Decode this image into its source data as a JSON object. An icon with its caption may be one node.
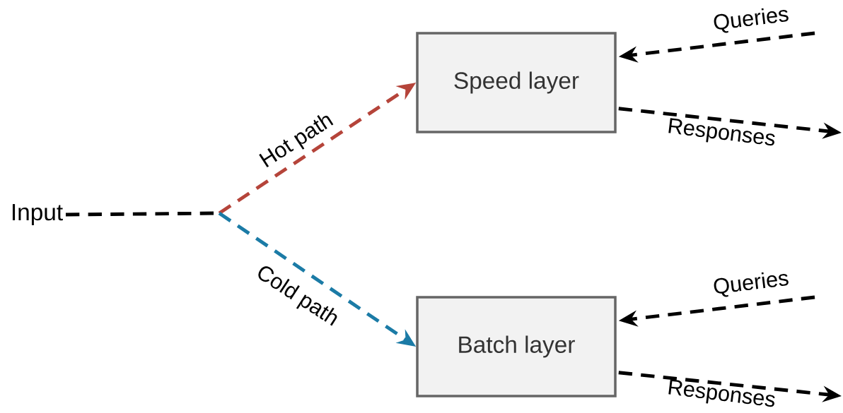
{
  "diagram": {
    "nodes": [
      {
        "text": [
          "Input"
        ]
      },
      {
        "text": [
          "Speed layer"
        ]
      },
      {
        "text": [
          "Batch layer"
        ]
      }
    ],
    "edges": [
      {
        "from": 0,
        "to": 1,
        "arrow": "to",
        "label": "Hot path",
        "style": "dashed",
        "color": "#b5443a"
      },
      {
        "from": 0,
        "to": 2,
        "arrow": "to",
        "label": "Cold path",
        "style": "dashed",
        "color": "#1b7ba6"
      },
      {
        "from": null,
        "to": 1,
        "arrow": "to",
        "label": "Queries",
        "style": "dashed"
      },
      {
        "from": 1,
        "to": null,
        "arrow": "to",
        "label": "Responses",
        "style": "dashed"
      },
      {
        "from": null,
        "to": 2,
        "arrow": "to",
        "label": "Queries",
        "style": "dashed"
      },
      {
        "from": 2,
        "to": null,
        "arrow": "to",
        "label": "Responses",
        "style": "dashed"
      }
    ]
  }
}
